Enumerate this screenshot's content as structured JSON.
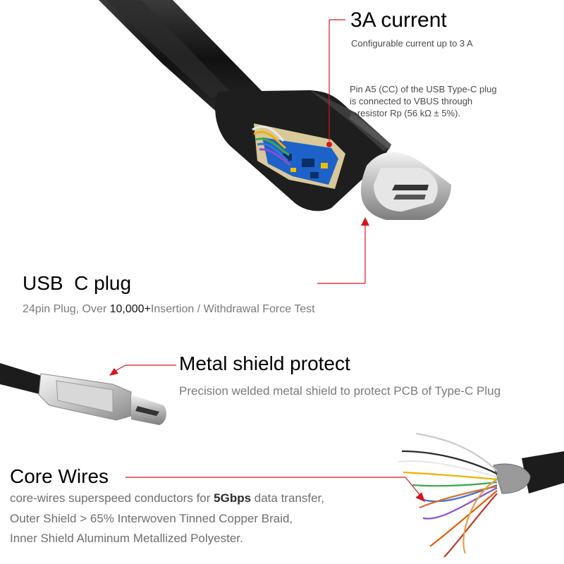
{
  "current": {
    "title": "3A current",
    "subtitle": "Configurable current up to 3 A",
    "pin_note_line1": "Pin A5 (CC) of the USB Type-C plug",
    "pin_note_line2": "is connected to VBUS through",
    "pin_note_line3": "a resistor Rp (56 kΩ ± 5%)."
  },
  "plug": {
    "title": "USB  C plug",
    "desc_prefix": "24pin Plug, Over ",
    "desc_bold": "10,000+",
    "desc_suffix": "Insertion / Withdrawal Force Test"
  },
  "shield": {
    "title": "Metal shield protect",
    "desc": "Precision welded metal shield to protect PCB of Type-C Plug"
  },
  "core": {
    "title": "Core Wires",
    "line1_prefix": "core-wires superspeed conductors for ",
    "line1_bold": "5Gbps",
    "line1_suffix": " data transfer,",
    "line2": "Outer Shield > 65% Interwoven Tinned Copper Braid,",
    "line3": "Inner Shield Aluminum Metallized Polyester."
  },
  "colors": {
    "accent_red": "#d8141c",
    "cable_black": "#1b1b1b",
    "plug_silver": "#c9c9c9",
    "pcb_blue": "#1d62c9"
  }
}
